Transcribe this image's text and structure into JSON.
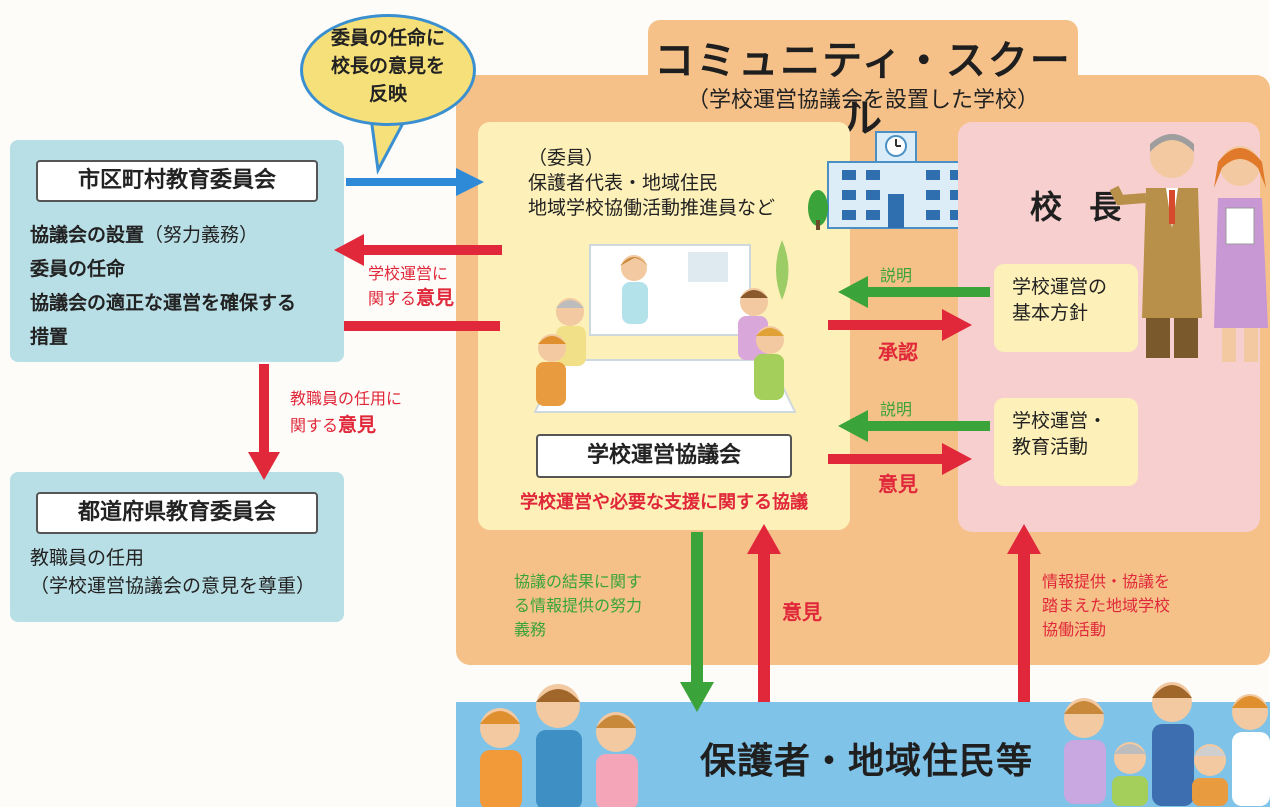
{
  "community_school": {
    "title": "コミュニティ・スクール",
    "subtitle": "（学校運営協議会を設置した学校）"
  },
  "bubble": {
    "lines": [
      "委員の任命に",
      "校長の意見を",
      "反映"
    ]
  },
  "municipal_board": {
    "title": "市区町村教育委員会",
    "duties": [
      {
        "bold": "協議会の設置",
        "normal": "（努力義務）"
      },
      {
        "bold": "委員の任命",
        "normal": ""
      },
      {
        "bold": "協議会の適正な運営を確保する",
        "normal": ""
      },
      {
        "bold": "措置",
        "normal": ""
      }
    ]
  },
  "prefectural_board": {
    "title": "都道府県教育委員会",
    "lines": [
      "教職員の任用",
      "（学校運営協議会の意見を尊重）"
    ]
  },
  "council": {
    "members_lines": [
      "（委員）",
      "保護者代表・地域住民",
      "地域学校協働活動推進員など"
    ],
    "name": "学校運営協議会",
    "caption": "学校運営や必要な支援に関する協議"
  },
  "principal": {
    "title": "校 長",
    "policy_lines": [
      "学校運営の",
      "基本方針"
    ],
    "activity_lines": [
      "学校運営・",
      "教育活動"
    ]
  },
  "arrow_labels": {
    "council_to_board_lines": [
      "学校運営に",
      "関する"
    ],
    "council_to_board_emph": "意見",
    "board_to_pref_lines": [
      "教職員の任用に",
      "関する"
    ],
    "board_to_pref_emph": "意見",
    "explain_1": "説明",
    "approve": "承認",
    "explain_2": "説明",
    "opinion_right": "意見",
    "info_duty_lines": [
      "協議の結果に関す",
      "る情報提供の努力",
      "義務"
    ],
    "opinion_up": "意見",
    "info_collab_lines": [
      "情報提供・協議を",
      "踏まえた地域学校",
      "協働活動"
    ]
  },
  "residents": {
    "label": "保護者・地域住民等"
  },
  "colors": {
    "orange_area": "#f5c189",
    "yellow_box": "#fdf0b8",
    "pink_box": "#f8cfcf",
    "blue_box": "#b8dfe6",
    "residents_bar": "#7fc3e8",
    "arrow_blue": "#2e8ad6",
    "arrow_red": "#e0283a",
    "arrow_green": "#3aa33a"
  }
}
